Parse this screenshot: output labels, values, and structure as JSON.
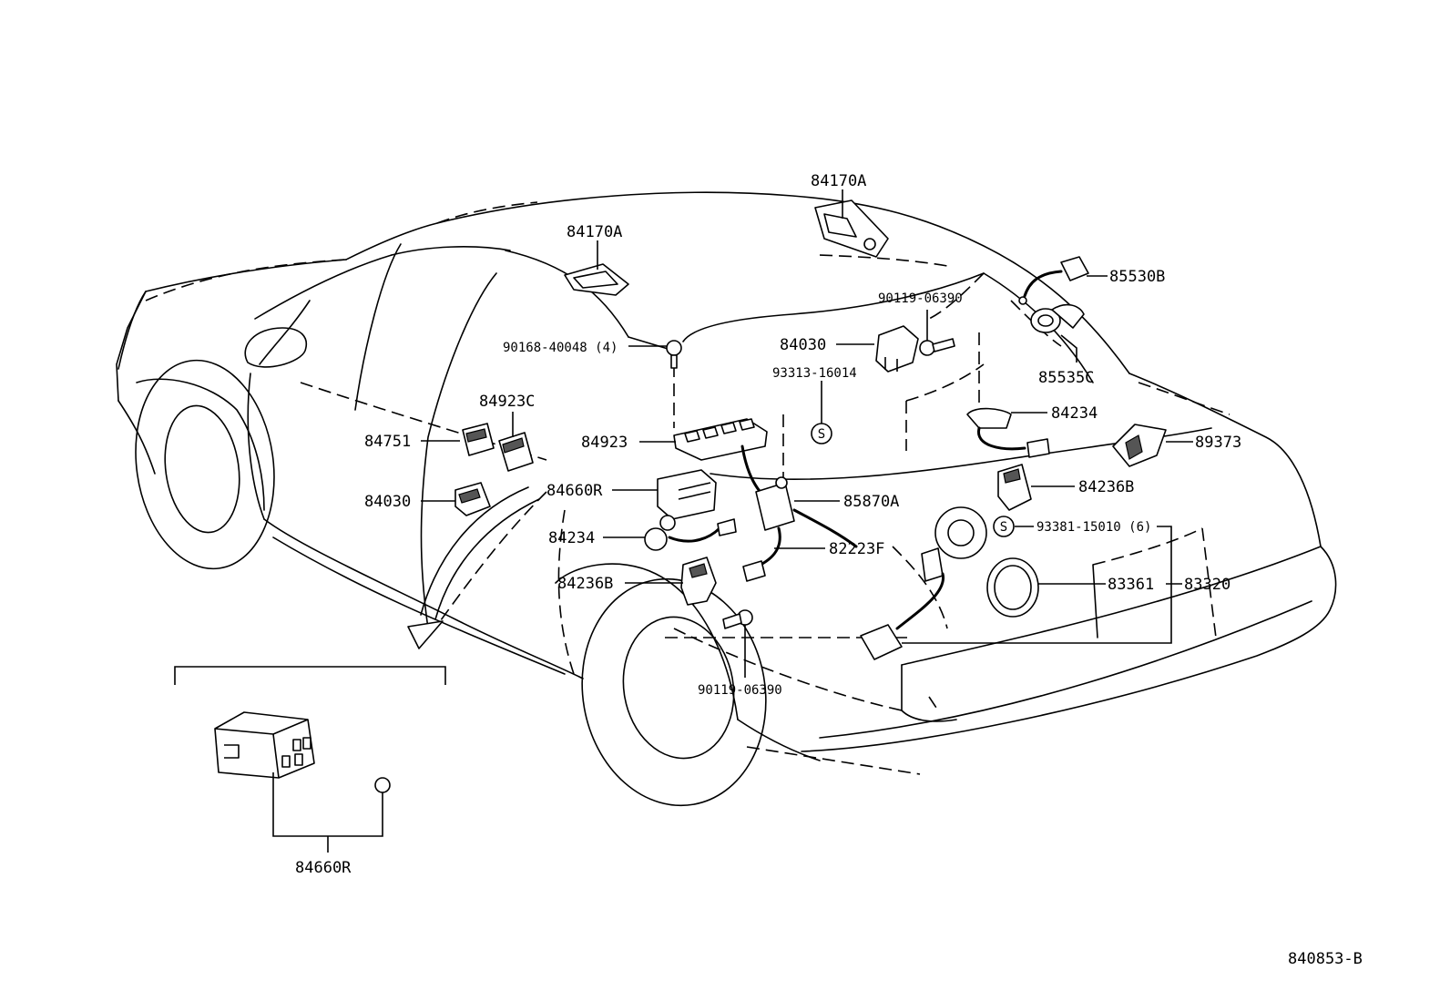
{
  "diagram_id": "840853-B",
  "labels": {
    "p84170A_roof": "84170A",
    "p84170A_rear": "84170A",
    "p85530B": "85530B",
    "p85535C": "85535C",
    "p90119_06390_top": "90119-06390",
    "p84030_rear": "84030",
    "p93313_16014": "93313-16014",
    "p90168_40048": "90168-40048 (4)",
    "p84923C": "84923C",
    "p84751": "84751",
    "p84923": "84923",
    "p84030_left": "84030",
    "p84660R_top": "84660R",
    "p84234_left": "84234",
    "p84236B_left": "84236B",
    "p84234_right": "84234",
    "p89373": "89373",
    "p84236B_right": "84236B",
    "p85870A": "85870A",
    "p82223F": "82223F",
    "p93381_15010": "93381-15010 (6)",
    "p83361": "83361",
    "p83320": "83320",
    "p90119_06390_bottom": "90119-06390",
    "p84660R_bottom": "84660R",
    "s_mark_1": "S",
    "s_mark_2": "S"
  }
}
